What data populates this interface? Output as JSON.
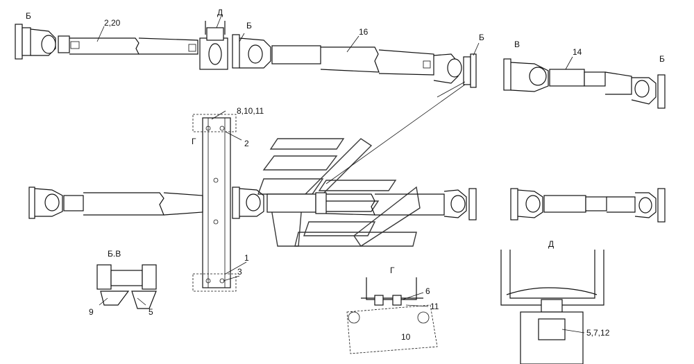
{
  "labels": {
    "b_top_left": "Б",
    "part_2_20": "2,20",
    "d_top": "Д",
    "b_top_mid": "Б",
    "part_16": "16",
    "b_top_right": "Б",
    "v_top": "В",
    "part_14": "14",
    "b_far_right": "Б",
    "part_8_10_11": "8,10,11",
    "g_left": "Г",
    "part_2": "2",
    "detail_bv": "Б.В",
    "part_1": "1",
    "part_3": "3",
    "g_detail": "Г",
    "part_6": "6",
    "part_11": "11",
    "part_9": "9",
    "part_5": "5",
    "part_10": "10",
    "d_detail": "Д",
    "part_5_7_12": "5,7,12"
  }
}
